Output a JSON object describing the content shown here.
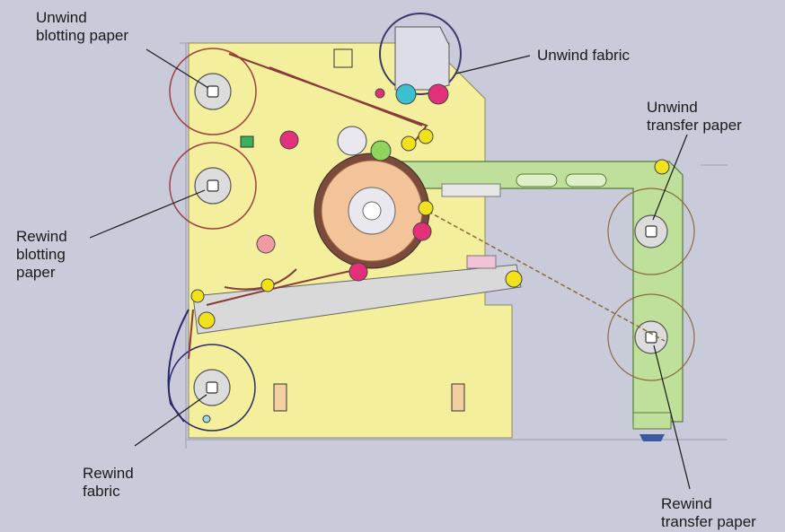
{
  "labels": {
    "unwind_blotting_paper": "Unwind\nblotting paper",
    "unwind_fabric": "Unwind fabric",
    "unwind_transfer_paper": "Unwind\ntransfer paper",
    "rewind_blotting_paper": "Rewind\nblotting\npaper",
    "rewind_fabric": "Rewind\nfabric",
    "rewind_transfer_paper": "Rewind\ntransfer paper"
  },
  "colors": {
    "background": "#c9cbdb",
    "frame": "#f4ef9c",
    "arm": "#bfe09a",
    "belt": "#8a3a3a",
    "drum": "#f3c39a",
    "roller_magenta": "#e2307a",
    "roller_cyan": "#3cc0d0",
    "roller_yellow": "#f2e21c",
    "roller_green": "#8fd45a",
    "roller_pink": "#f19aa4"
  }
}
